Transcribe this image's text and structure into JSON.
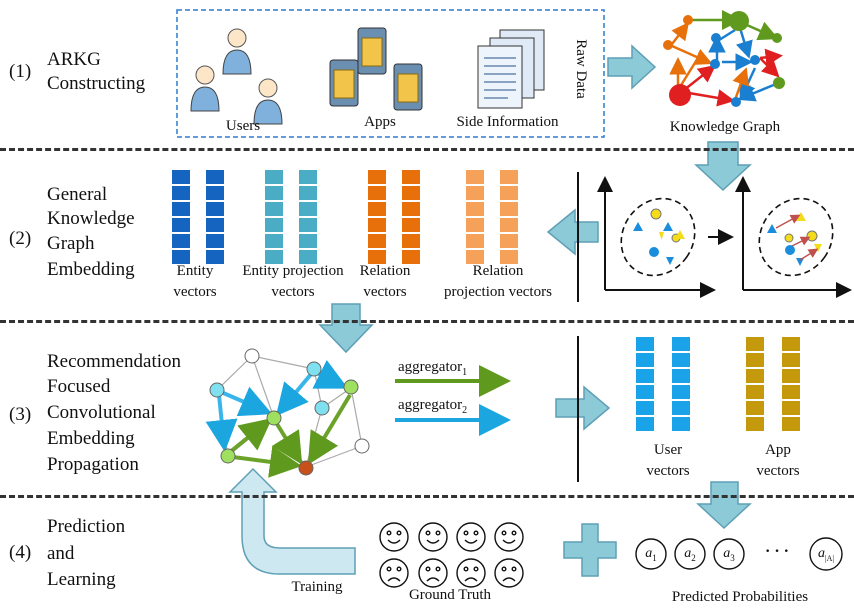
{
  "stages": [
    {
      "num": "(1)",
      "lines": [
        "ARKG",
        "Constructing"
      ]
    },
    {
      "num": "(2)",
      "lines": [
        "General",
        "Knowledge",
        "Graph",
        "Embedding"
      ]
    },
    {
      "num": "(3)",
      "lines": [
        "Recommendation",
        "Focused",
        "Convolutional",
        "Embedding",
        "Propagation"
      ]
    },
    {
      "num": "(4)",
      "lines": [
        "Prediction",
        "and",
        "Learning"
      ]
    }
  ],
  "stage1": {
    "users": "Users",
    "apps": "Apps",
    "side_info": "Side Information",
    "raw_data": "Raw Data",
    "knowledge_graph": "Knowledge Graph"
  },
  "stage2": {
    "entity": [
      "Entity",
      "vectors"
    ],
    "entity_proj": [
      "Entity projection",
      "vectors"
    ],
    "relation": [
      "Relation",
      "vectors"
    ],
    "relation_proj": [
      "Relation",
      "projection vectors"
    ]
  },
  "stage3": {
    "agg1": "aggregator",
    "agg1_sub": "1",
    "agg2": "aggregator",
    "agg2_sub": "2",
    "user_vectors": [
      "User",
      "vectors"
    ],
    "app_vectors": [
      "App",
      "vectors"
    ]
  },
  "stage4": {
    "training": "Training",
    "ground_truth": "Ground Truth",
    "predicted": "Predicted Probabilities",
    "a1": "a",
    "a1_sub": "1",
    "a2": "a",
    "a2_sub": "2",
    "a3": "a",
    "a3_sub": "3",
    "dots": "· · ·",
    "alast": "a",
    "alast_sub": "|A|"
  },
  "colors": {
    "entity": "#1565c0",
    "entity_proj": "#4bacc6",
    "relation": "#e8700a",
    "relation_proj": "#f6a15a",
    "user": "#1aa3e8",
    "app": "#c49a0c",
    "arrow_fill": "#8dcad8",
    "arrow_stroke": "#5e9fb5",
    "agg1": "#5f9a1e",
    "agg2": "#1ca6e0"
  }
}
